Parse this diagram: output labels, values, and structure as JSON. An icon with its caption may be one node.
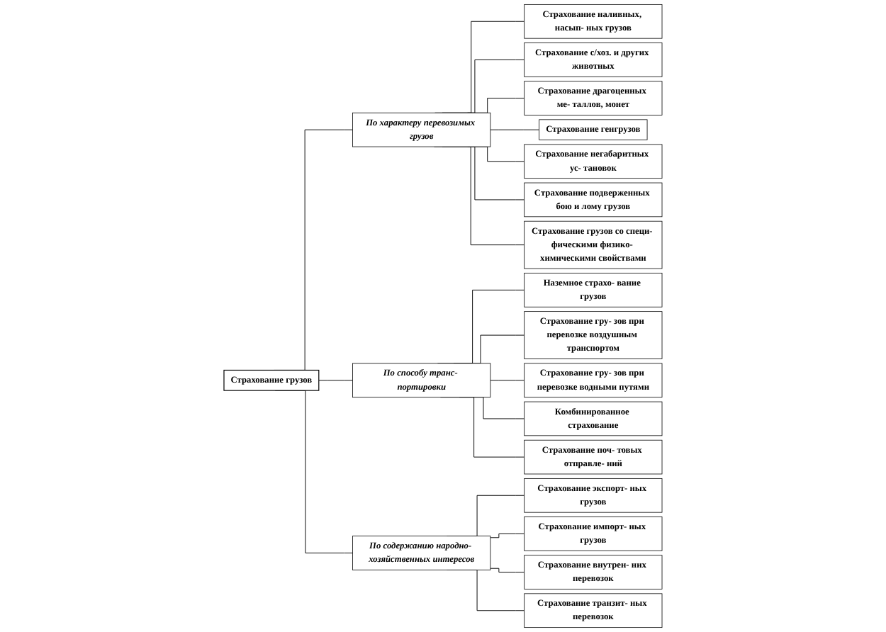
{
  "diagram": {
    "nodes": [
      {
        "text": [
          "Страхование грузов"
        ]
      },
      {
        "text": [
          "По характеру перевозимых грузов"
        ]
      },
      {
        "text": [
          "По способу транс- портировки"
        ]
      },
      {
        "text": [
          "По содержанию народно- хозяйственных интересов"
        ]
      },
      {
        "text": [
          "Страхование наливных, насып- ных грузов"
        ]
      },
      {
        "text": [
          "Страхование с/хоз. и других животных"
        ]
      },
      {
        "text": [
          "Страхование драгоценных ме- таллов, монет"
        ]
      },
      {
        "text": [
          "Страхование генгрузов"
        ]
      },
      {
        "text": [
          "Страхование негабаритных ус- тановок"
        ]
      },
      {
        "text": [
          "Страхование подверженных бою и лому грузов"
        ]
      },
      {
        "text": [
          "Страхование грузов со специ- фическими физико- химическими свойствами"
        ]
      },
      {
        "text": [
          "Наземное страхо- вание грузов"
        ]
      },
      {
        "text": [
          "Страхование гру- зов при перевозке воздушным транспортом"
        ]
      },
      {
        "text": [
          "Страхование гру- зов при перевозке водными путями"
        ]
      },
      {
        "text": [
          "Комбинированное страхование"
        ]
      },
      {
        "text": [
          "Страхование поч- товых отправле- ний"
        ]
      },
      {
        "text": [
          "Страхование экспорт- ных грузов"
        ]
      },
      {
        "text": [
          "Страхование импорт- ных грузов"
        ]
      },
      {
        "text": [
          "Страхование внутрен- них перевозок"
        ]
      },
      {
        "text": [
          "Страхование транзит- ных перевозок"
        ]
      }
    ],
    "edges": [
      {
        "from": 0,
        "to": 1,
        "arrow": "none"
      },
      {
        "from": 0,
        "to": 2,
        "arrow": "none"
      },
      {
        "from": 0,
        "to": 3,
        "arrow": "none"
      },
      {
        "from": 1,
        "to": 4,
        "arrow": "none"
      },
      {
        "from": 1,
        "to": 5,
        "arrow": "none"
      },
      {
        "from": 1,
        "to": 6,
        "arrow": "none"
      },
      {
        "from": 1,
        "to": 7,
        "arrow": "none"
      },
      {
        "from": 1,
        "to": 8,
        "arrow": "none"
      },
      {
        "from": 1,
        "to": 9,
        "arrow": "none"
      },
      {
        "from": 1,
        "to": 10,
        "arrow": "none"
      },
      {
        "from": 2,
        "to": 11,
        "arrow": "none"
      },
      {
        "from": 2,
        "to": 12,
        "arrow": "none"
      },
      {
        "from": 2,
        "to": 13,
        "arrow": "none"
      },
      {
        "from": 2,
        "to": 14,
        "arrow": "none"
      },
      {
        "from": 2,
        "to": 15,
        "arrow": "none"
      },
      {
        "from": 3,
        "to": 16,
        "arrow": "none"
      },
      {
        "from": 3,
        "to": 17,
        "arrow": "none"
      },
      {
        "from": 3,
        "to": 18,
        "arrow": "none"
      },
      {
        "from": 3,
        "to": 19,
        "arrow": "none"
      }
    ]
  }
}
